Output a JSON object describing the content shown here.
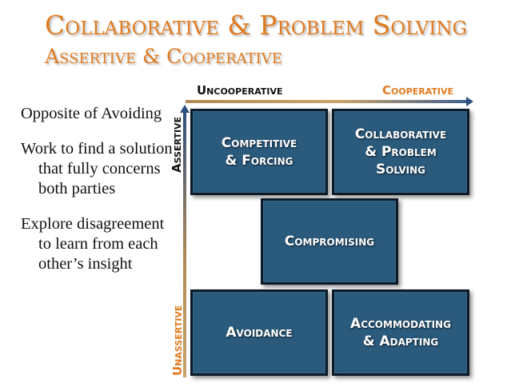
{
  "title": "Collaborative & Problem Solving",
  "subtitle": "Assertive & Cooperative",
  "bullets": [
    "Opposite of Avoiding",
    "Work to find a solution that fully concerns both parties",
    "Explore disagreement to learn from each other’s insight"
  ],
  "axes": {
    "x_left": "Uncooperative",
    "x_right": "Cooperative",
    "y_top": "Assertive",
    "y_bottom": "Unassertive"
  },
  "boxes": {
    "competitive": "Competitive\n& Forcing",
    "collaborative": "Collaborative\n& Problem\nSolving",
    "compromising": "Compromising",
    "avoidance": "Avoidance",
    "accommodating": "Accommodating\n& Adapting"
  },
  "colors": {
    "accent": "#e07b20",
    "box_fill": "#2a5a7c",
    "axis_blue": "#2f4f80"
  }
}
